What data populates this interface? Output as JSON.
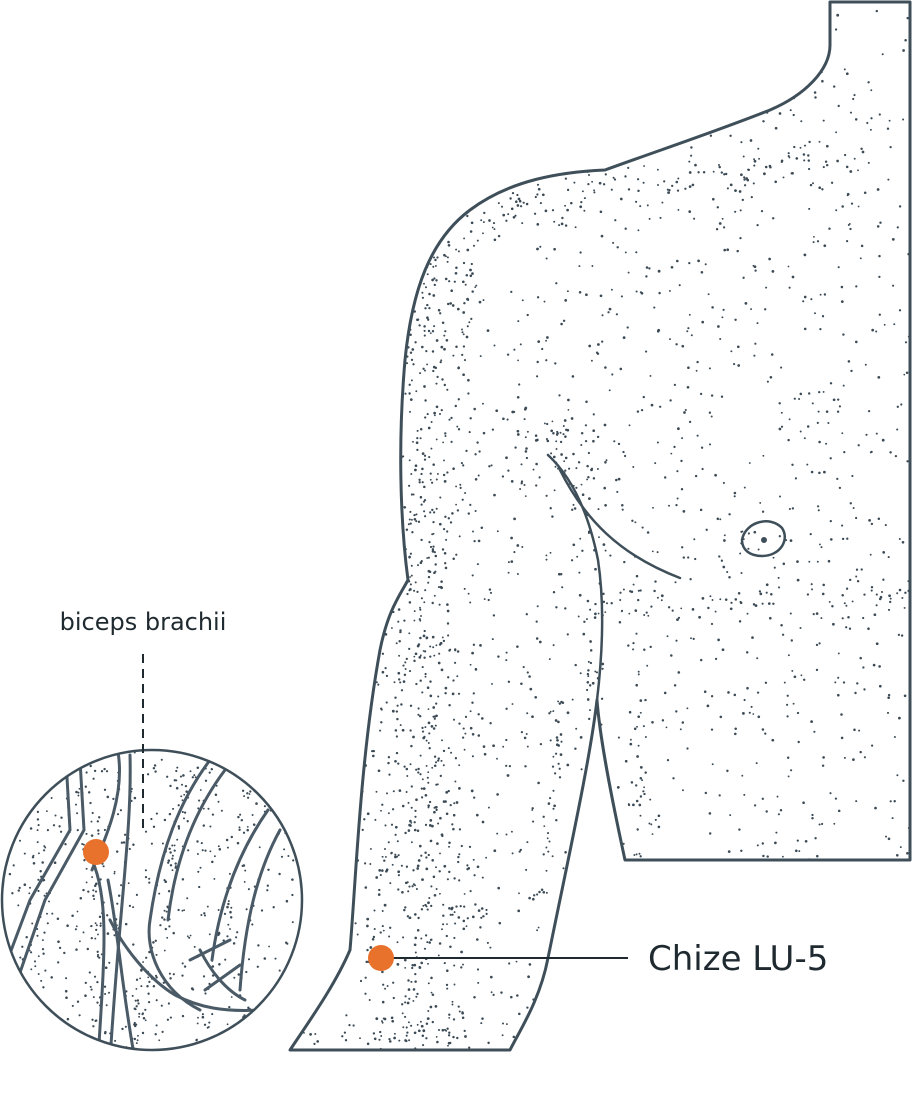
{
  "diagram": {
    "point_name": "Chize LU-5",
    "inset_label": "biceps brachii",
    "colors": {
      "outline": "#3f4f5a",
      "stipple": "#3b4a55",
      "acupoint": "#e8722c",
      "text": "#1f2a30",
      "background": "#ffffff"
    },
    "icons": {
      "acupoint_marker": "filled-circle",
      "inset_view": "circular-magnifier"
    }
  }
}
